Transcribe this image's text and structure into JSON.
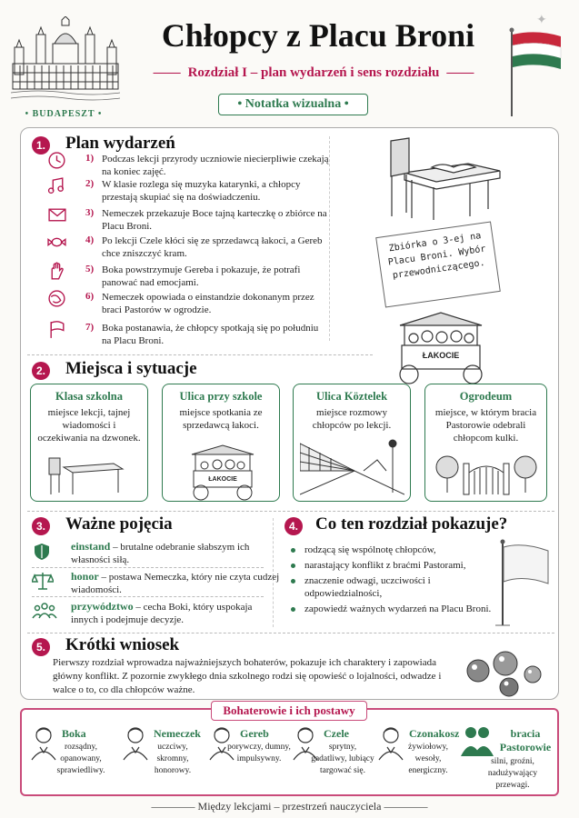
{
  "header": {
    "title": "Chłopcy z Placu Broni",
    "subtitle": "Rozdział I – plan wydarzeń i sens rozdziału",
    "badge": "• Notatka wizualna •",
    "city": "• BUDAPESZT •"
  },
  "colors": {
    "green": "#2e7a4f",
    "magenta": "#b5174f",
    "flag_red": "#c8283c",
    "flag_green": "#2e7a4f"
  },
  "s1": {
    "num": "1.",
    "title": "Plan wydarzeń",
    "events": [
      {
        "n": "1)",
        "icon": "clock-icon",
        "text": "Podczas lekcji przyrody uczniowie niecierpliwie czekają na koniec zajęć."
      },
      {
        "n": "2)",
        "icon": "music-notes-icon",
        "text": "W klasie rozlega się muzyka katarynki, a chłopcy przestają skupiać się na doświadczeniu."
      },
      {
        "n": "3)",
        "icon": "envelope-icon",
        "text": "Nemeczek przekazuje Boce tajną karteczkę o zbiórce na Placu Broni."
      },
      {
        "n": "4)",
        "icon": "candy-icon",
        "text": "Po lekcji Czele kłóci się ze sprzedawcą łakoci, a Gereb chce zniszczyć kram."
      },
      {
        "n": "5)",
        "icon": "hand-icon",
        "text": "Boka powstrzymuje Gereba i pokazuje, że potrafi panować nad emocjami."
      },
      {
        "n": "6)",
        "icon": "marble-icon",
        "text": "Nemeczek opowiada o einstandzie dokonanym przez braci Pastorów w ogrodzie."
      },
      {
        "n": "7)",
        "icon": "flag-icon",
        "text": "Boka postanawia, że chłopcy spotkają się po południu na Placu Broni."
      }
    ],
    "note": "Zbiórka o 3-ej na Placu Broni. Wybór przewodniczącego.",
    "cart_sign": "ŁAKOCIE"
  },
  "s2": {
    "num": "2.",
    "title": "Miejsca i sytuacje",
    "places": [
      {
        "name": "Klasa szkolna",
        "desc": "miejsce lekcji, tajnej wiadomości i oczekiwania na dzwonek."
      },
      {
        "name": "Ulica przy szkole",
        "desc": "miejsce spotkania ze sprzedawcą łakoci."
      },
      {
        "name": "Ulica Köztelek",
        "desc": "miejsce rozmowy chłopców po lekcji."
      },
      {
        "name": "Ogrodeum",
        "desc": "miejsce, w którym bracia Pastorowie odebrali chłopcom kulki."
      }
    ]
  },
  "s3": {
    "num": "3.",
    "title": "Ważne pojęcia",
    "terms": [
      {
        "term": "einstand",
        "text": " – brutalne odebranie słabszym ich własności siłą."
      },
      {
        "term": "honor",
        "text": " – postawa Nemeczka, który nie czyta cudzej wiadomości."
      },
      {
        "term": "przywództwo",
        "text": " – cecha Boki, który uspokaja innych i podejmuje decyzje."
      }
    ]
  },
  "s4": {
    "num": "4.",
    "title": "Co ten rozdział pokazuje?",
    "points": [
      "rodzącą się wspólnotę chłopców,",
      "narastający konflikt z braćmi Pastorami,",
      "znaczenie odwagi, uczciwości i odpowiedzialności,",
      "zapowiedź ważnych wydarzeń na Placu Broni."
    ]
  },
  "s5": {
    "num": "5.",
    "title": "Krótki wniosek",
    "text": "Pierwszy rozdział wprowadza najważniejszych bohaterów, pokazuje ich charaktery i zapowiada główny konflikt. Z pozornie zwykłego dnia szkolnego rodzi się opowieść o lojalności, odwadze i walce o to, co dla chłopców ważne."
  },
  "heroes": {
    "title": "Bohaterowie i ich postawy",
    "list": [
      {
        "name": "Boka",
        "desc": "rozsądny, opanowany, sprawiedliwy."
      },
      {
        "name": "Nemeczek",
        "desc": "uczciwy, skromny, honorowy."
      },
      {
        "name": "Gereb",
        "desc": "porywczy, dumny, impulsywny."
      },
      {
        "name": "Czele",
        "desc": "sprytny, gadatliwy, lubiący targować się."
      },
      {
        "name": "Czonakosz",
        "desc": "żywiołowy, wesoły, energiczny."
      },
      {
        "name": "bracia Pastorowie",
        "desc": "silni, groźni, nadużywający przewagi."
      }
    ]
  },
  "footer": "Między lekcjami – przestrzeń nauczyciela"
}
